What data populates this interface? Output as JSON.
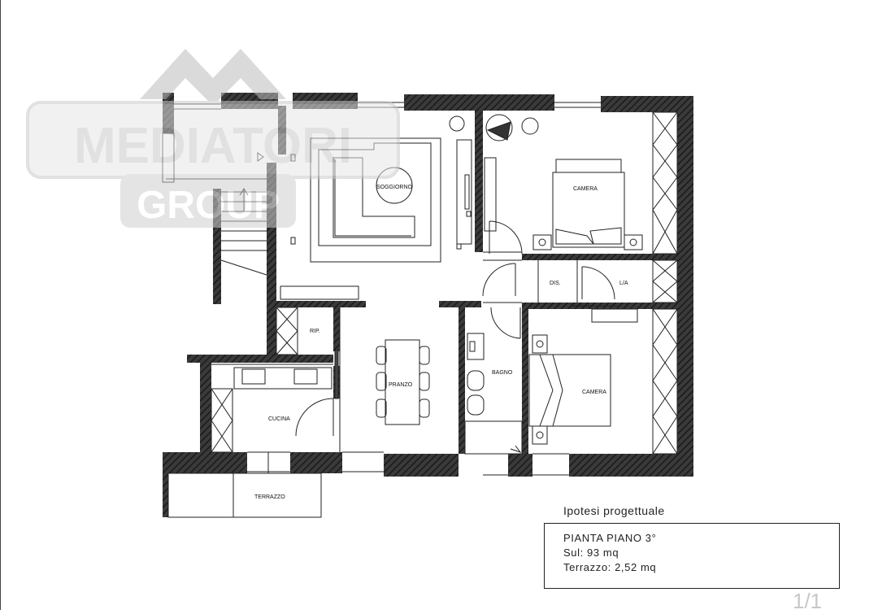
{
  "watermark": {
    "line1": "MEDIATORI",
    "line2": "GROUP",
    "color": "#c9c9c9"
  },
  "rooms": {
    "soggiorno": "SOGGIORNO",
    "camera_1": "CAMERA",
    "camera_2": "CAMERA",
    "dis": "DIS.",
    "la": "L/A",
    "rip": "RIP.",
    "pranzo": "PRANZO",
    "bagno": "BAGNO",
    "cucina": "CUCINA",
    "terrazzo": "TERRAZZO"
  },
  "caption": {
    "subtitle": "Ipotesi progettuale",
    "title": "PIANTA PIANO 3°",
    "sul": "Sul: 93 mq",
    "terrazzo": "Terrazzo: 2,52 mq"
  },
  "page_number": "1/1",
  "colors": {
    "wall": "#2e2e2e",
    "line": "#222222"
  }
}
